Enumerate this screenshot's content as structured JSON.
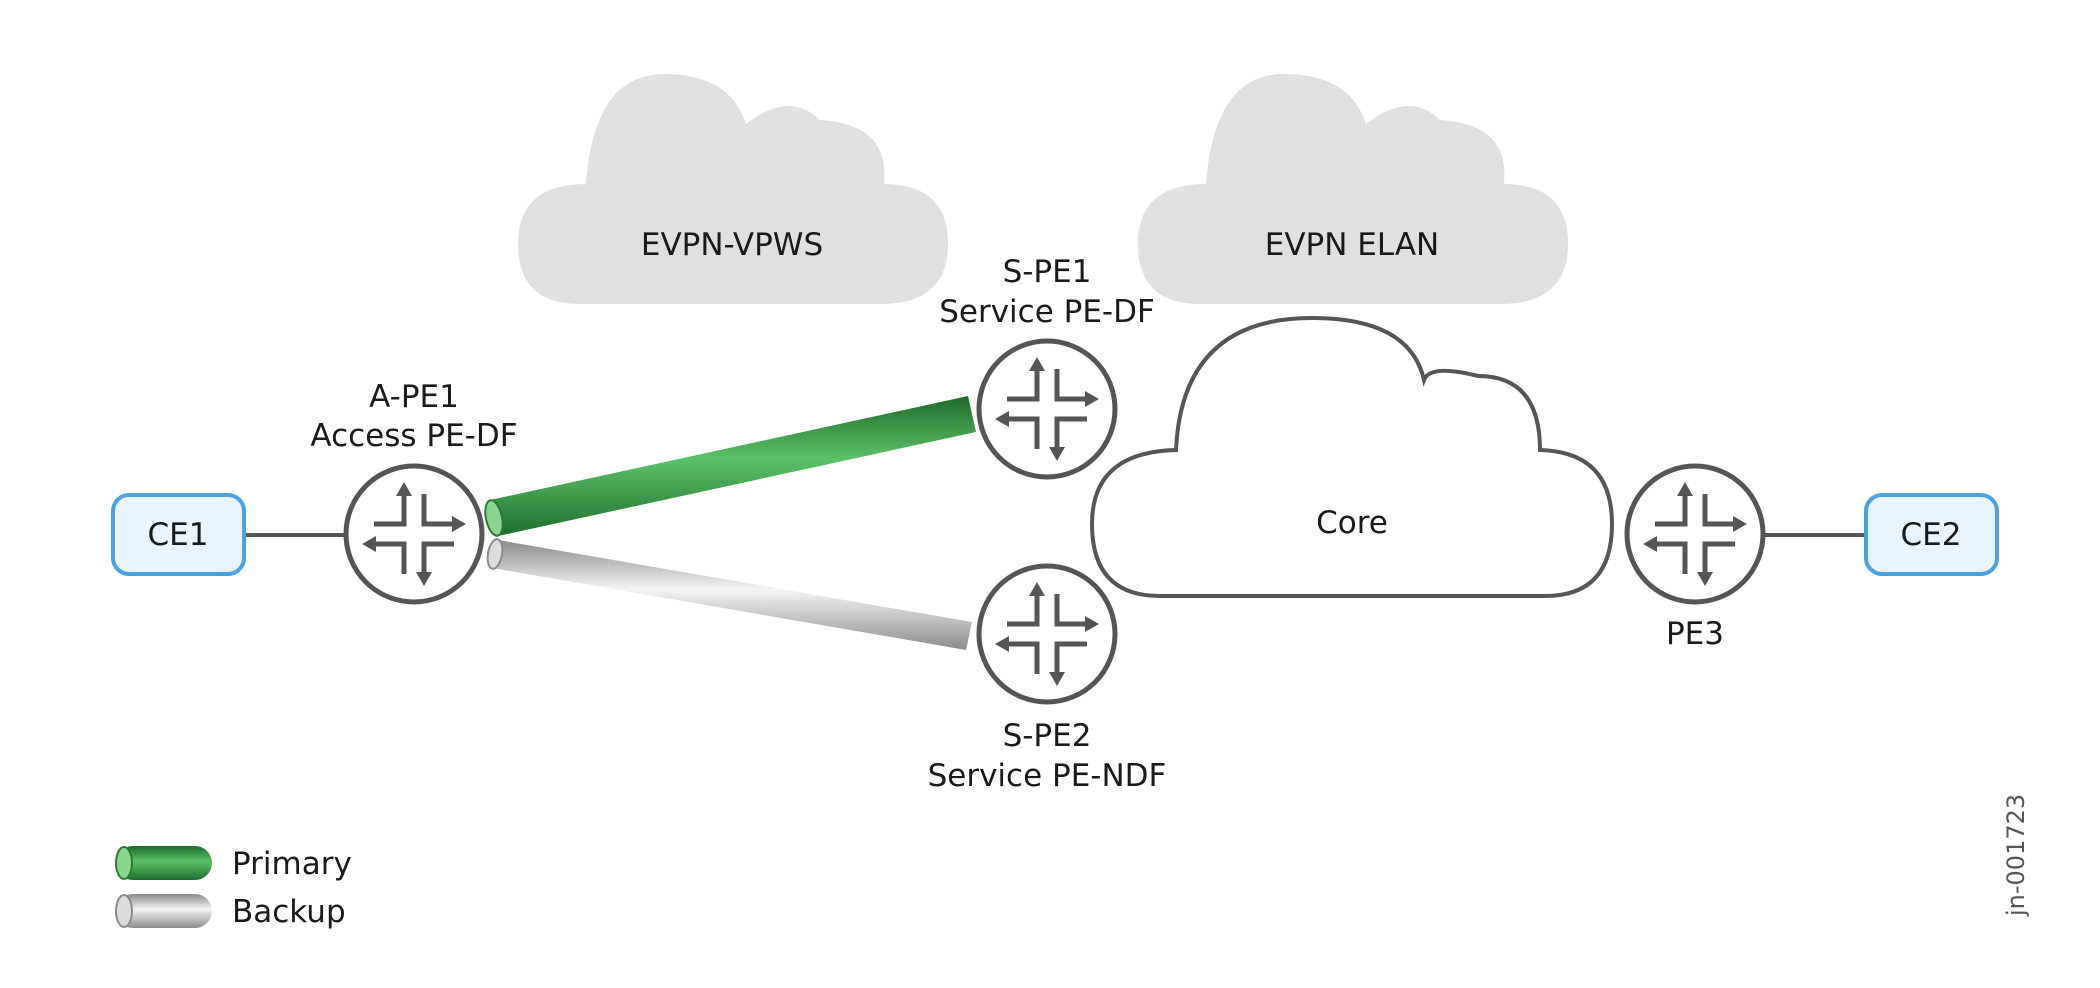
{
  "clouds": {
    "evpn_vpws": "EVPN-VPWS",
    "evpn_elan": "EVPN ELAN",
    "core": "Core"
  },
  "nodes": {
    "ce1": "CE1",
    "ce2": "CE2",
    "ape1": {
      "line1": "A-PE1",
      "line2": "Access PE-DF"
    },
    "spe1": {
      "line1": "S-PE1",
      "line2": "Service PE-DF"
    },
    "spe2": {
      "line1": "S-PE2",
      "line2": "Service PE-NDF"
    },
    "pe3": "PE3"
  },
  "legend": {
    "primary": "Primary",
    "backup": "Backup"
  },
  "figure_id": "jn-001723",
  "colors": {
    "primary": "#2e8b3e",
    "backup": "#b0b0b0",
    "ce_border": "#4aa3e0",
    "ce_fill": "#e8f3fb",
    "cloud_gray": "#e0e0e0",
    "router_stroke": "#555555"
  }
}
